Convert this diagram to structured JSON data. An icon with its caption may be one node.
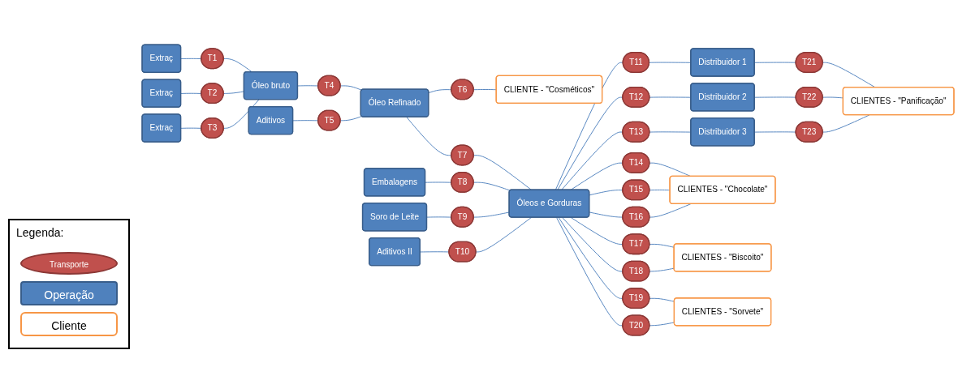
{
  "diagram": {
    "nodes": [
      {
        "text": [
          "Extraç"
        ]
      },
      {
        "text": [
          "T1"
        ]
      },
      {
        "text": [
          "Extraç"
        ]
      },
      {
        "text": [
          "T2"
        ]
      },
      {
        "text": [
          "Extraç"
        ]
      },
      {
        "text": [
          "T3"
        ]
      },
      {
        "text": [
          "Óleo bruto"
        ]
      },
      {
        "text": [
          "T4"
        ]
      },
      {
        "text": [
          "Óleo Refinado"
        ]
      },
      {
        "text": [
          "T6"
        ]
      },
      {
        "text": [
          "CLIENTE - \"Cosméticos\""
        ]
      },
      {
        "text": [
          "Aditivos"
        ]
      },
      {
        "text": [
          "T5"
        ]
      },
      {
        "text": [
          "T7"
        ]
      },
      {
        "text": [
          "Óleos e Gorduras"
        ]
      },
      {
        "text": [
          "Embalagens"
        ]
      },
      {
        "text": [
          "T8"
        ]
      },
      {
        "text": [
          "Soro de Leite"
        ]
      },
      {
        "text": [
          "T9"
        ]
      },
      {
        "text": [
          "Aditivos II"
        ]
      },
      {
        "text": [
          "T10"
        ]
      },
      {
        "text": [
          "T11"
        ]
      },
      {
        "text": [
          "Distribuidor 1"
        ]
      },
      {
        "text": [
          "T21"
        ]
      },
      {
        "text": [
          "T12"
        ]
      },
      {
        "text": [
          "Distribuidor 2"
        ]
      },
      {
        "text": [
          "T22"
        ]
      },
      {
        "text": [
          "T13"
        ]
      },
      {
        "text": [
          "Distribuidor 3"
        ]
      },
      {
        "text": [
          "T23"
        ]
      },
      {
        "text": [
          "CLIENTES - \"Panificação\""
        ]
      },
      {
        "text": [
          "T14"
        ]
      },
      {
        "text": [
          "T15"
        ]
      },
      {
        "text": [
          "T16"
        ]
      },
      {
        "text": [
          "CLIENTES - \"Chocolate\""
        ]
      },
      {
        "text": [
          "T17"
        ]
      },
      {
        "text": [
          "T18"
        ]
      },
      {
        "text": [
          "CLIENTES - \"Biscoito\""
        ]
      },
      {
        "text": [
          "T19"
        ]
      },
      {
        "text": [
          "T20"
        ]
      },
      {
        "text": [
          "CLIENTES - \"Sorvete\""
        ]
      }
    ],
    "edges": [
      {
        "from": 0,
        "to": 1,
        "arrow": "none"
      },
      {
        "from": 1,
        "to": 6,
        "arrow": "none"
      },
      {
        "from": 2,
        "to": 3,
        "arrow": "none"
      },
      {
        "from": 3,
        "to": 6,
        "arrow": "none"
      },
      {
        "from": 4,
        "to": 5,
        "arrow": "none"
      },
      {
        "from": 5,
        "to": 6,
        "arrow": "none"
      },
      {
        "from": 6,
        "to": 7,
        "arrow": "none"
      },
      {
        "from": 7,
        "to": 8,
        "arrow": "none"
      },
      {
        "from": 8,
        "to": 9,
        "arrow": "none"
      },
      {
        "from": 9,
        "to": 10,
        "arrow": "none"
      },
      {
        "from": 11,
        "to": 12,
        "arrow": "none"
      },
      {
        "from": 12,
        "to": 8,
        "arrow": "none"
      },
      {
        "from": 8,
        "to": 13,
        "arrow": "none"
      },
      {
        "from": 13,
        "to": 14,
        "arrow": "none"
      },
      {
        "from": 15,
        "to": 16,
        "arrow": "none"
      },
      {
        "from": 16,
        "to": 14,
        "arrow": "none"
      },
      {
        "from": 17,
        "to": 18,
        "arrow": "none"
      },
      {
        "from": 18,
        "to": 14,
        "arrow": "none"
      },
      {
        "from": 19,
        "to": 20,
        "arrow": "none"
      },
      {
        "from": 20,
        "to": 14,
        "arrow": "none"
      },
      {
        "from": 14,
        "to": 21,
        "arrow": "none"
      },
      {
        "from": 21,
        "to": 22,
        "arrow": "none"
      },
      {
        "from": 22,
        "to": 23,
        "arrow": "none"
      },
      {
        "from": 23,
        "to": 30,
        "arrow": "none"
      },
      {
        "from": 14,
        "to": 24,
        "arrow": "none"
      },
      {
        "from": 24,
        "to": 25,
        "arrow": "none"
      },
      {
        "from": 25,
        "to": 26,
        "arrow": "none"
      },
      {
        "from": 26,
        "to": 30,
        "arrow": "none"
      },
      {
        "from": 14,
        "to": 27,
        "arrow": "none"
      },
      {
        "from": 27,
        "to": 28,
        "arrow": "none"
      },
      {
        "from": 28,
        "to": 29,
        "arrow": "none"
      },
      {
        "from": 29,
        "to": 30,
        "arrow": "none"
      },
      {
        "from": 14,
        "to": 31,
        "arrow": "none"
      },
      {
        "from": 14,
        "to": 32,
        "arrow": "none"
      },
      {
        "from": 14,
        "to": 33,
        "arrow": "none"
      },
      {
        "from": 31,
        "to": 34,
        "arrow": "none"
      },
      {
        "from": 32,
        "to": 34,
        "arrow": "none"
      },
      {
        "from": 33,
        "to": 34,
        "arrow": "none"
      },
      {
        "from": 14,
        "to": 35,
        "arrow": "none"
      },
      {
        "from": 14,
        "to": 36,
        "arrow": "none"
      },
      {
        "from": 35,
        "to": 37,
        "arrow": "none"
      },
      {
        "from": 36,
        "to": 37,
        "arrow": "none"
      },
      {
        "from": 14,
        "to": 38,
        "arrow": "none"
      },
      {
        "from": 14,
        "to": 39,
        "arrow": "none"
      },
      {
        "from": 38,
        "to": 40,
        "arrow": "none"
      },
      {
        "from": 39,
        "to": 40,
        "arrow": "none"
      }
    ],
    "labels": [
      "Legenda:"
    ],
    "legend": [
      {
        "text": "Transporte"
      },
      {
        "text": "Operação"
      },
      {
        "text": "Cliente"
      }
    ]
  }
}
